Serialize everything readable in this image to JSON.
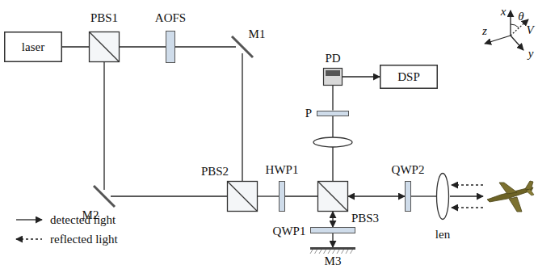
{
  "diagram": {
    "nodes": [
      {
        "text": [
          "laser"
        ]
      },
      {
        "text": [
          "PBS1"
        ]
      },
      {
        "text": [
          "AOFS"
        ]
      },
      {
        "text": [
          "M1"
        ]
      },
      {
        "text": [
          "M2"
        ]
      },
      {
        "text": [
          "PBS2"
        ]
      },
      {
        "text": [
          "HWP1"
        ]
      },
      {
        "text": [
          "PBS3"
        ]
      },
      {
        "text": [
          "QWP1"
        ]
      },
      {
        "text": [
          "M3"
        ]
      },
      {
        "text": [
          "QWP2"
        ]
      },
      {
        "text": [
          "len"
        ]
      },
      {
        "text": [
          "P"
        ]
      },
      {
        "text": [
          "PD"
        ]
      },
      {
        "text": [
          "DSP"
        ]
      }
    ],
    "edges": [
      {
        "from": 0,
        "to": 1,
        "arrow": "none"
      },
      {
        "from": 1,
        "to": 2,
        "arrow": "none"
      },
      {
        "from": 2,
        "to": 3,
        "arrow": "none"
      },
      {
        "from": 3,
        "to": 5,
        "arrow": "none"
      },
      {
        "from": 1,
        "to": 4,
        "arrow": "none"
      },
      {
        "from": 4,
        "to": 5,
        "arrow": "none"
      },
      {
        "from": 5,
        "to": 6,
        "arrow": "none"
      },
      {
        "from": 6,
        "to": 7,
        "arrow": "none"
      },
      {
        "from": 7,
        "to": 8,
        "arrow": "both"
      },
      {
        "from": 8,
        "to": 9,
        "arrow": "to"
      },
      {
        "from": 7,
        "to": 10,
        "arrow": "both"
      },
      {
        "from": 10,
        "to": 11,
        "arrow": "none"
      },
      {
        "from": 7,
        "to": 12,
        "arrow": "none"
      },
      {
        "from": 12,
        "to": 13,
        "arrow": "none"
      },
      {
        "from": 13,
        "to": 14,
        "arrow": "to"
      }
    ],
    "labels": [
      "x",
      "θ",
      "z",
      "V",
      "y"
    ],
    "legend": [
      {
        "text": "detected light"
      },
      {
        "text": "reflected light"
      }
    ]
  }
}
